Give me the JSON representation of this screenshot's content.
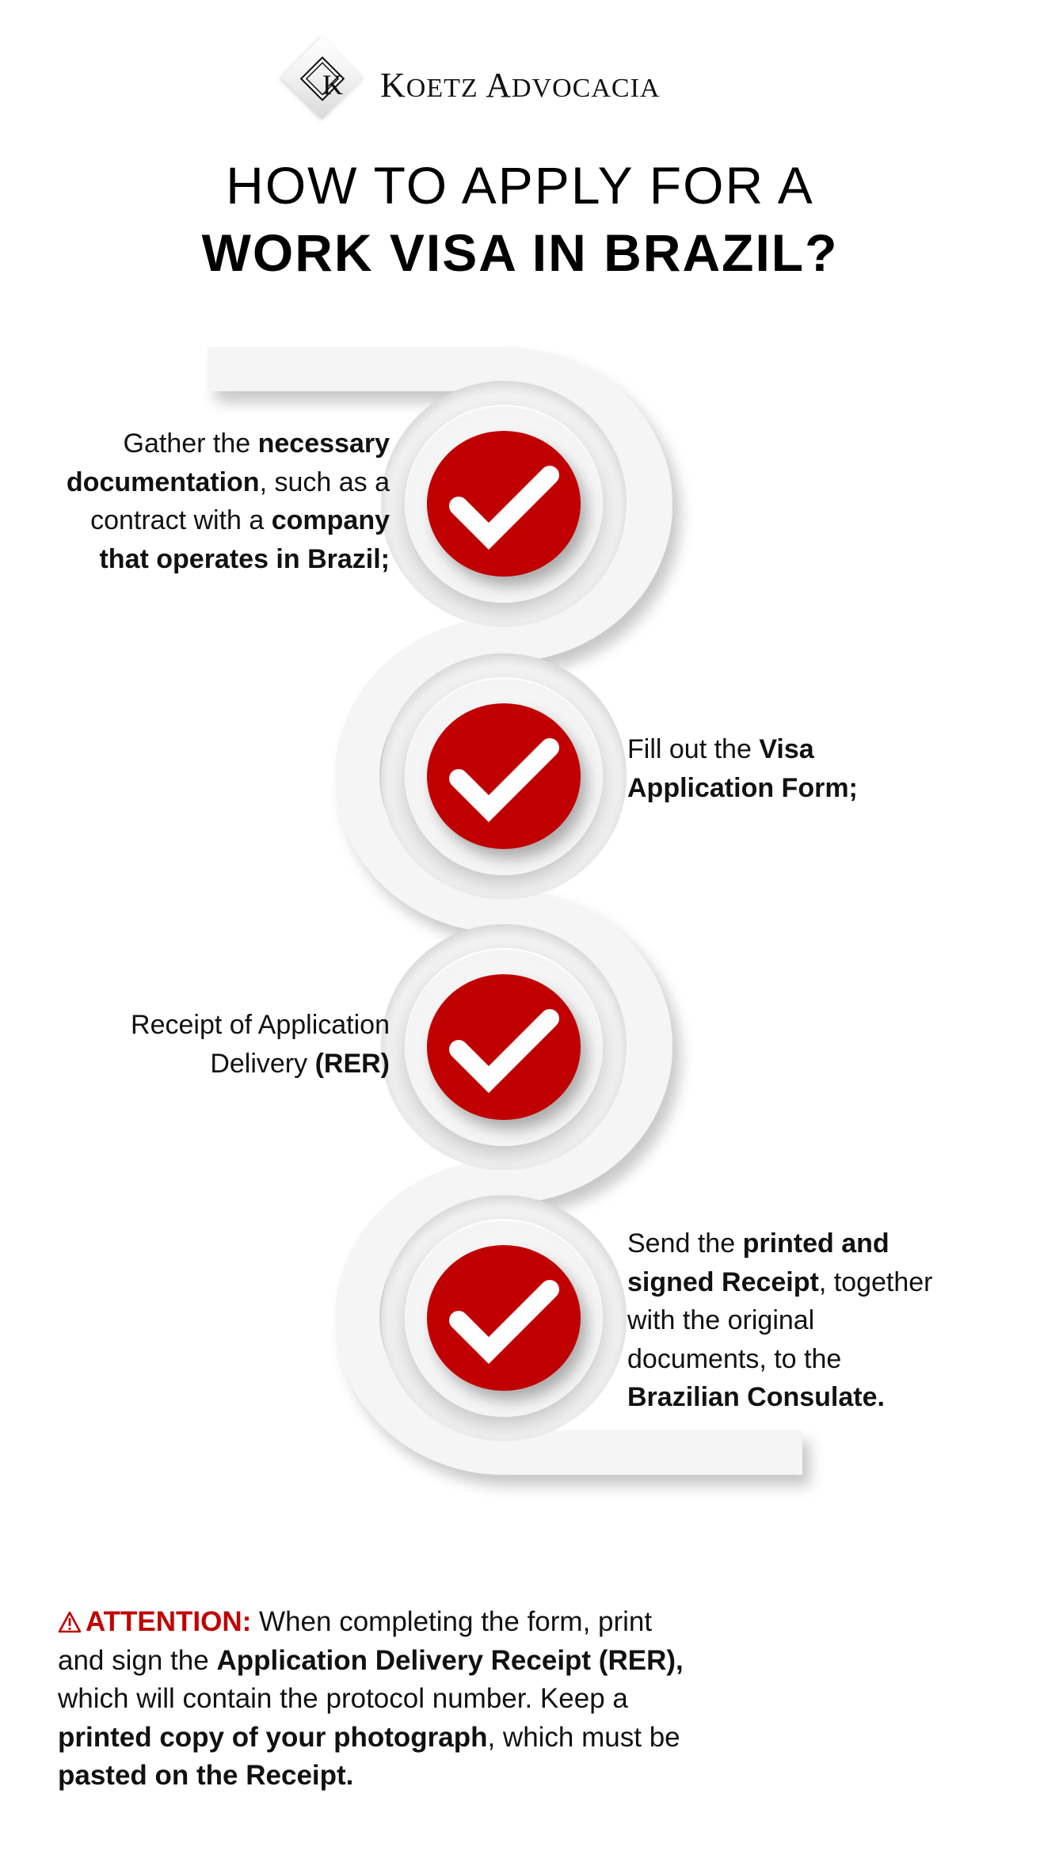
{
  "logo": {
    "monogram": "K",
    "name_first_initial": "K",
    "name_first_rest": "OETZ",
    "name_second_initial": "A",
    "name_second_rest": "DVOCACIA",
    "full_name": "Koetz Advocacia"
  },
  "title": {
    "line1": "HOW TO APPLY FOR A",
    "line2": "WORK VISA IN BRAZIL?"
  },
  "colors": {
    "accent_red": "#c00000",
    "track": "#f5f5f5",
    "text": "#111111"
  },
  "steps": [
    {
      "icon": "check-icon",
      "side": "left",
      "lines": [
        [
          {
            "t": "Gather the ",
            "b": false
          },
          {
            "t": "necessary",
            "b": true
          }
        ],
        [
          {
            "t": "documentation",
            "b": true
          },
          {
            "t": ", such as a",
            "b": false
          }
        ],
        [
          {
            "t": "contract with a ",
            "b": false
          },
          {
            "t": "company",
            "b": true
          }
        ],
        [
          {
            "t": "that operates in Brazil;",
            "b": true
          }
        ]
      ],
      "seg": {
        "l1a": "Gather the ",
        "l1b": "necessary",
        "l2a": "documentation",
        "l2b": ", such as a",
        "l3a": "contract with a ",
        "l3b": "company",
        "l4a": "that operates in Brazil;"
      }
    },
    {
      "icon": "check-icon",
      "side": "right",
      "seg": {
        "l1a": "Fill out the ",
        "l1b": "Visa",
        "l2a": "Application Form;"
      }
    },
    {
      "icon": "check-icon",
      "side": "left",
      "seg": {
        "l1a": "Receipt of Application",
        "l2a": "Delivery ",
        "l2b": "(RER)"
      }
    },
    {
      "icon": "check-icon",
      "side": "right",
      "seg": {
        "l1a": "Send the ",
        "l1b": "printed and",
        "l2a": "signed Receipt",
        "l2b": ", together",
        "l3a": "with the original",
        "l4a": "documents, to the",
        "l5a": "Brazilian Consulate."
      }
    }
  ],
  "attention": {
    "icon": "warning-icon",
    "label": "ATTENTION:",
    "l1": " When completing the form, print",
    "l2a": "and sign the ",
    "l2b": "Application Delivery Receipt (RER),",
    "l3": "which will contain the protocol number. Keep a",
    "l4a": "printed copy of your photograph",
    "l4b": ", which must be",
    "l5": "pasted on the Receipt."
  }
}
